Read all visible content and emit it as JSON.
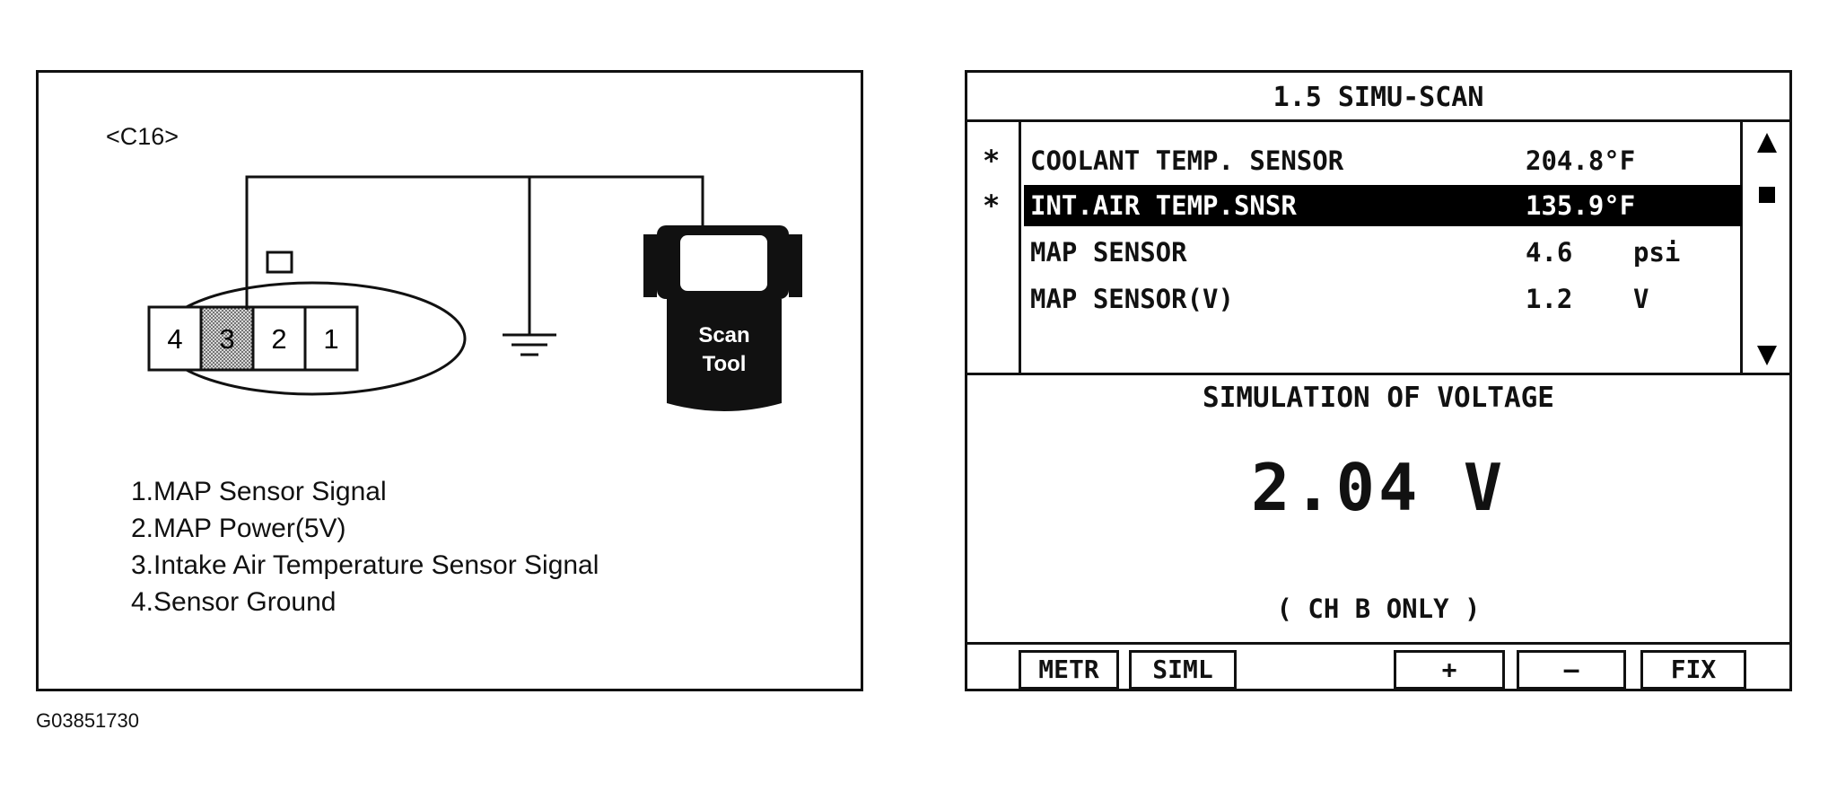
{
  "diagram": {
    "connector_label": "<C16>",
    "pins": [
      "4",
      "3",
      "2",
      "1"
    ],
    "highlighted_pin": "3",
    "scan_tool_label": [
      "Scan",
      "Tool"
    ],
    "legend": [
      "1.MAP Sensor Signal",
      "2.MAP Power(5V)",
      "3.Intake Air Temperature Sensor Signal",
      "4.Sensor Ground"
    ]
  },
  "figure_id": "G03851730",
  "scan_screen": {
    "title": "1.5 SIMU-SCAN",
    "rows": [
      {
        "marker": "*",
        "name": "COOLANT TEMP. SENSOR",
        "value": "204.8°F",
        "unit": "",
        "highlighted": false
      },
      {
        "marker": "*",
        "name": "INT.AIR TEMP.SNSR",
        "value": "135.9°F",
        "unit": "",
        "highlighted": true
      },
      {
        "marker": "",
        "name": "MAP SENSOR",
        "value": "4.6",
        "unit": "psi",
        "highlighted": false
      },
      {
        "marker": "",
        "name": "MAP SENSOR(V)",
        "value": "1.2",
        "unit": "V",
        "highlighted": false
      }
    ],
    "simulation_heading": "SIMULATION OF VOLTAGE",
    "simulation_value": "2.04 V",
    "channel_note": "( CH B ONLY )",
    "function_keys": [
      "METR",
      "SIML",
      "+",
      "—",
      "FIX"
    ]
  },
  "colors": {
    "line": "#111111",
    "highlight_bg": "#000000",
    "pin_shade": "#aaaaaa"
  }
}
